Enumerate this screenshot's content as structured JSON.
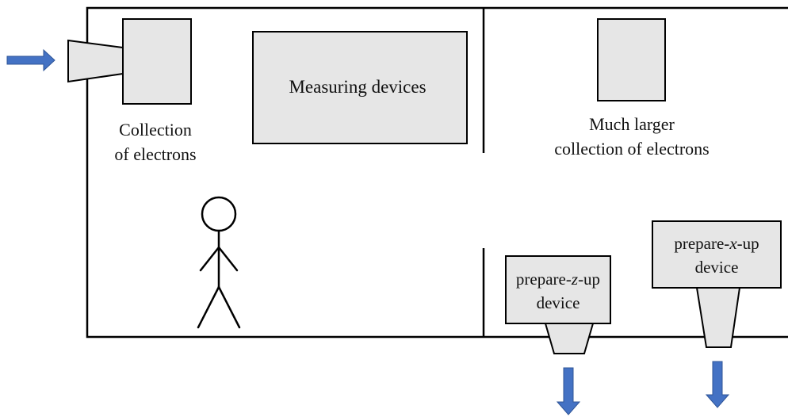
{
  "labels": {
    "collection_line1": "Collection",
    "collection_line2": "of electrons",
    "measuring": "Measuring devices",
    "larger_line1": "Much larger",
    "larger_line2": "collection of electrons",
    "prep_z": {
      "pre": "prepare-",
      "var": "z",
      "post": "-up",
      "line2": "device"
    },
    "prep_x": {
      "pre": "prepare-",
      "var": "x",
      "post": "-up",
      "line2": "device"
    }
  },
  "colors": {
    "box_fill": "#e6e6e6",
    "arrow": "#4472c4",
    "stroke": "#000000"
  }
}
